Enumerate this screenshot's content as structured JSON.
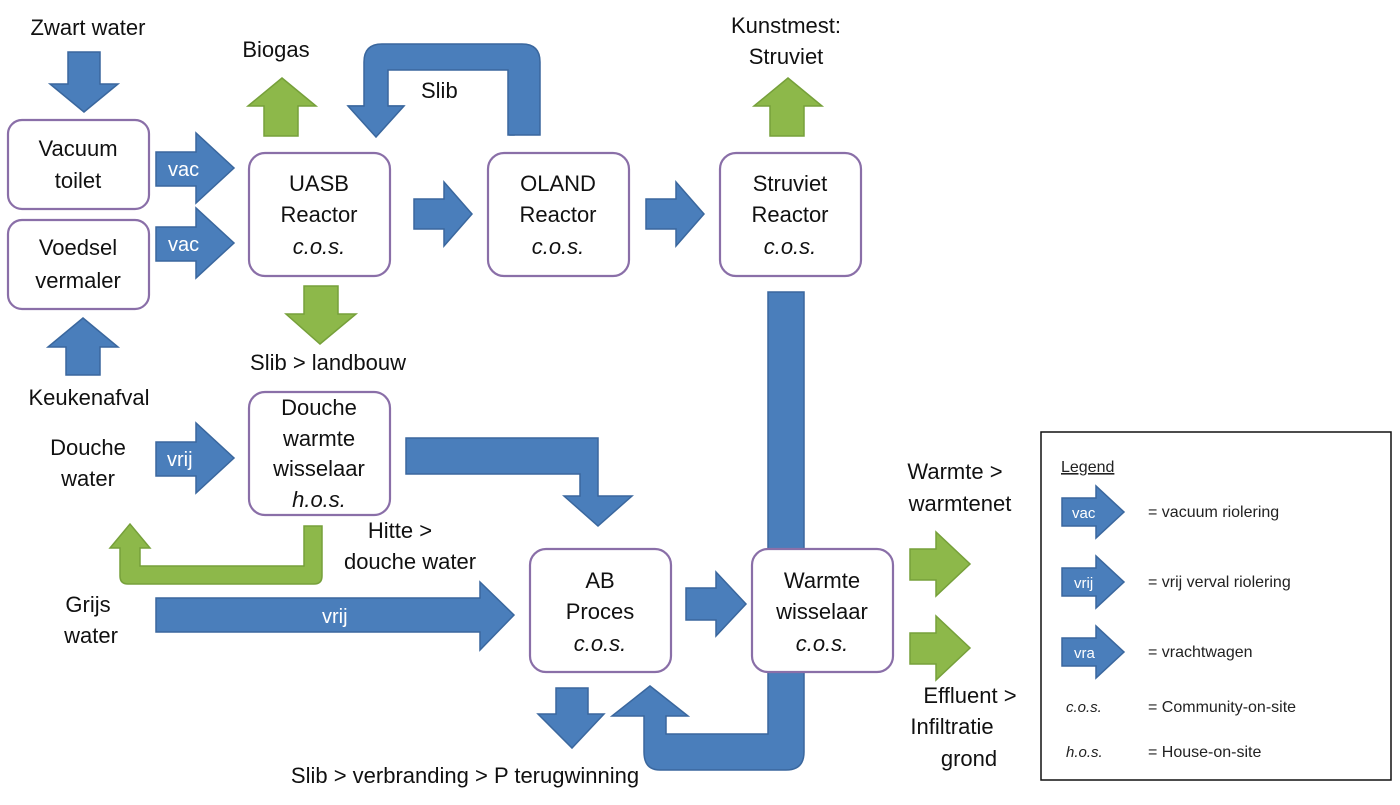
{
  "labels": {
    "zwart_water": "Zwart water",
    "keukenafval": "Keukenafval",
    "biogas": "Biogas",
    "slib_top": "Slib",
    "kunstmest_1": "Kunstmest:",
    "kunstmest_2": "Struviet",
    "slib_landbouw": "Slib > landbouw",
    "douche_water_1": "Douche",
    "douche_water_2": "water",
    "grijs_water_1": "Grijs",
    "grijs_water_2": "water",
    "hitte_1": "Hitte >",
    "hitte_2": "douche water",
    "warmte_out_1": "Warmte >",
    "warmte_out_2": "warmtenet",
    "effluent_1": "Effluent >",
    "effluent_2": "Infiltratie",
    "effluent_3": "grond",
    "slib_verbranding": "Slib > verbranding > P terugwinning"
  },
  "nodes": {
    "vacuum_toilet": {
      "line1": "Vacuum",
      "line2": "toilet"
    },
    "voedsel_vermaler": {
      "line1": "Voedsel",
      "line2": "vermaler"
    },
    "uasb": {
      "line1": "UASB",
      "line2": "Reactor",
      "line3": "c.o.s."
    },
    "oland": {
      "line1": "OLAND",
      "line2": "Reactor",
      "line3": "c.o.s."
    },
    "struviet": {
      "line1": "Struviet",
      "line2": "Reactor",
      "line3": "c.o.s."
    },
    "douche_wisselaar": {
      "line1": "Douche",
      "line2": "warmte",
      "line3": "wisselaar",
      "line4": "h.o.s."
    },
    "ab_proces": {
      "line1": "AB",
      "line2": "Proces",
      "line3": "c.o.s."
    },
    "warmte_wisselaar": {
      "line1": "Warmte",
      "line2": "wisselaar",
      "line3": "c.o.s."
    }
  },
  "arrow_labels": {
    "vac1": "vac",
    "vac2": "vac",
    "vrij_douche": "vrij",
    "vrij_grijs": "vrij"
  },
  "legend": {
    "title": "Legend",
    "items": [
      {
        "symbol": "vac",
        "desc": "= vacuum riolering"
      },
      {
        "symbol": "vrij",
        "desc": "= vrij verval riolering"
      },
      {
        "symbol": "vra",
        "desc": "= vrachtwagen"
      },
      {
        "symbol": "c.o.s.",
        "desc": "= Community-on-site"
      },
      {
        "symbol": "h.o.s.",
        "desc": "= House-on-site"
      }
    ]
  },
  "colors": {
    "flow_blue": "#4a7ebb",
    "output_green": "#8db84a",
    "box_border": "#8a6fa8"
  }
}
